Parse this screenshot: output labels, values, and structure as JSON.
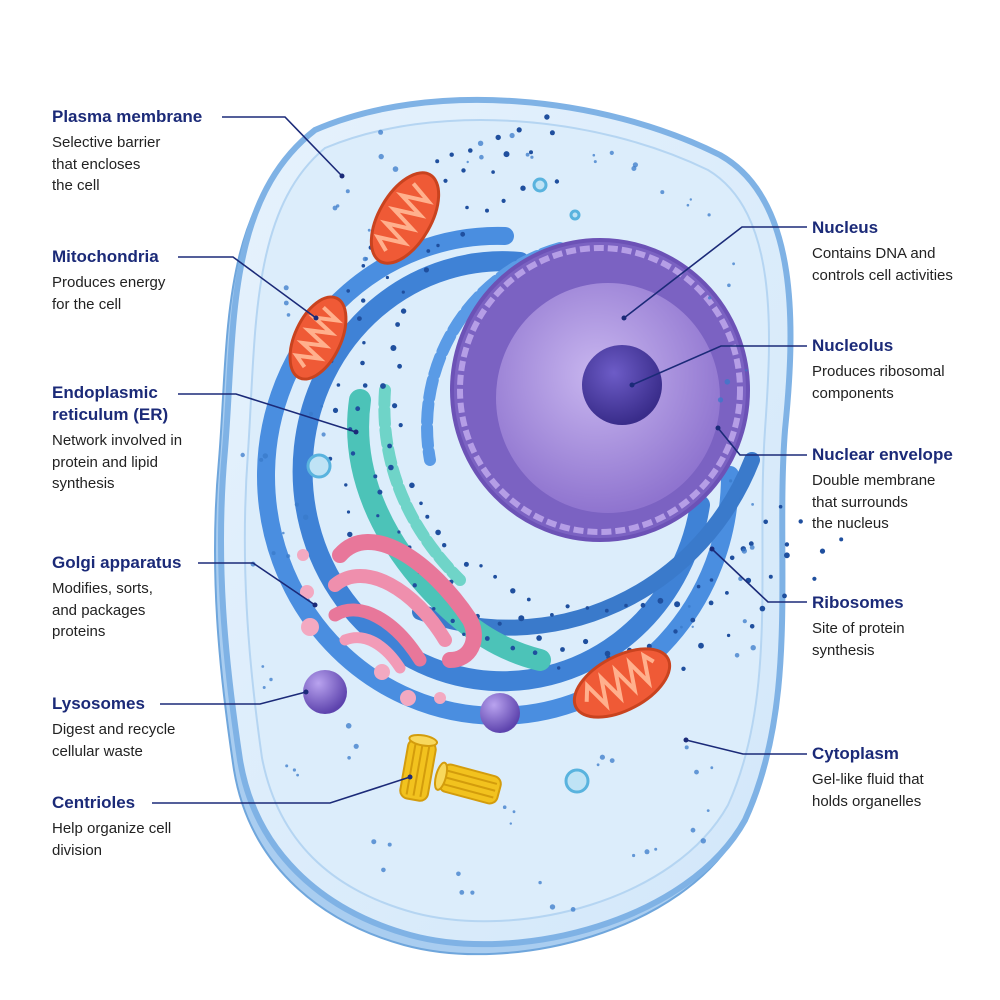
{
  "labels": {
    "plasma_membrane": {
      "title": "Plasma membrane",
      "desc": "Selective barrier\nthat encloses\nthe cell"
    },
    "mitochondria": {
      "title": "Mitochondria",
      "desc": "Produces energy\nfor the cell"
    },
    "er": {
      "title": "Endoplasmic\nreticulum (ER)",
      "desc": "Network involved in\nprotein and lipid\nsynthesis"
    },
    "golgi": {
      "title": "Golgi apparatus",
      "desc": "Modifies, sorts,\nand packages\nproteins"
    },
    "lysosomes": {
      "title": "Lysosomes",
      "desc": "Digest and recycle\ncellular waste"
    },
    "centrioles": {
      "title": "Centrioles",
      "desc": "Help organize cell\ndivision"
    },
    "nucleus": {
      "title": "Nucleus",
      "desc": "Contains DNA and\ncontrols cell activities"
    },
    "nucleolus": {
      "title": "Nucleolus",
      "desc": "Produces ribosomal\ncomponents"
    },
    "nuclear_envelope": {
      "title": "Nuclear envelope",
      "desc": "Double membrane\nthat surrounds\nthe nucleus"
    },
    "ribosomes": {
      "title": "Ribosomes",
      "desc": "Site of protein\nsynthesis"
    },
    "cytoplasm": {
      "title": "Cytoplasm",
      "desc": "Gel-like fluid that\nholds organelles"
    }
  },
  "colors": {
    "label_title": "#1b2a78",
    "leader_line": "#1b2a78",
    "membrane": "#7fb2e5",
    "cytoplasm": "#d9ecfb",
    "nucleus": "#9b7fd4",
    "nucleolus": "#4b3c9e",
    "rough_er": "#3f82d6",
    "smooth_er": "#4cc3b8",
    "golgi": "#e8779a",
    "mitochondria": "#ef5a36",
    "lysosome": "#7a5fc8",
    "centriole": "#f2c21e"
  }
}
